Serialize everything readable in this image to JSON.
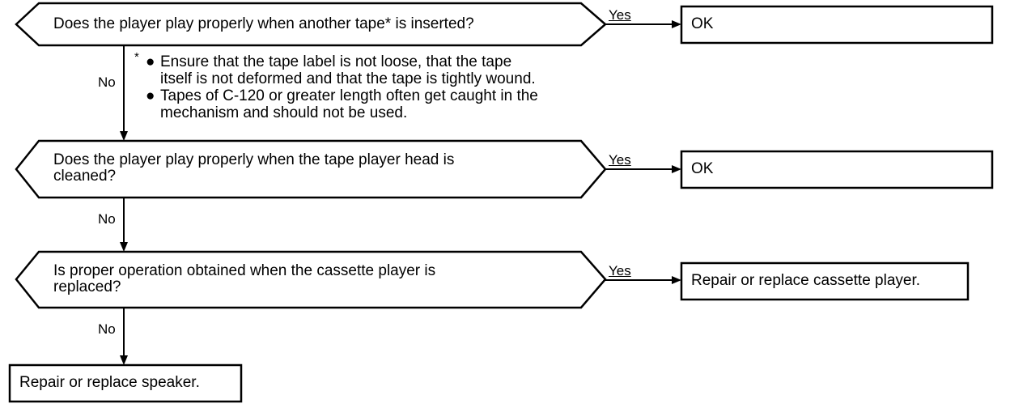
{
  "decisions": [
    {
      "question_lines": [
        "Does the player play properly when another tape* is inserted?"
      ],
      "yes": "Yes",
      "no": "No",
      "result": "OK"
    },
    {
      "question_lines": [
        "Does the player play properly when the tape player head is",
        "cleaned?"
      ],
      "yes": "Yes",
      "no": "No",
      "result": "OK"
    },
    {
      "question_lines": [
        "Is proper operation obtained when the cassette player is",
        "replaced?"
      ],
      "yes": "Yes",
      "no": "No",
      "result": "Repair or replace cassette player."
    }
  ],
  "final_action": "Repair or replace speaker.",
  "footnote": {
    "marker": "*",
    "bullet": "●",
    "items": [
      {
        "lines": [
          "Ensure that the tape label is not loose, that the tape",
          "itself is not deformed and that the tape is tightly wound."
        ]
      },
      {
        "lines": [
          "Tapes of C-120 or greater length often get caught in the",
          "mechanism and should not be used."
        ]
      }
    ]
  }
}
